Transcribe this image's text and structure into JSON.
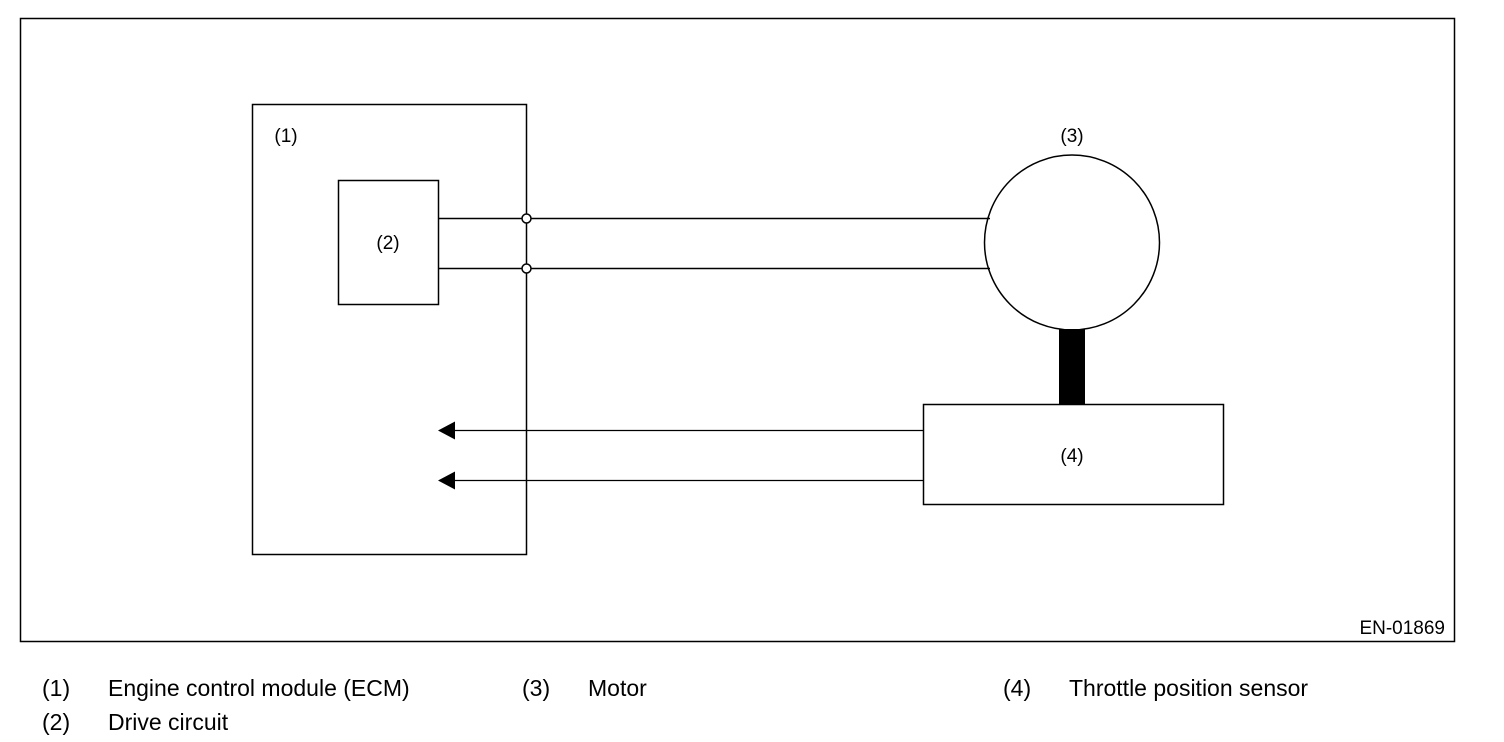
{
  "diagram": {
    "figure_id": "EN-01869",
    "components": {
      "ecm": {
        "marker": "(1)"
      },
      "drive_circuit": {
        "marker": "(2)"
      },
      "motor": {
        "marker": "(3)"
      },
      "throttle_sensor": {
        "marker": "(4)"
      }
    }
  },
  "legend": [
    {
      "num": "(1)",
      "text": "Engine control module (ECM)"
    },
    {
      "num": "(2)",
      "text": "Drive circuit"
    },
    {
      "num": "(3)",
      "text": "Motor"
    },
    {
      "num": "(4)",
      "text": "Throttle position sensor"
    }
  ]
}
